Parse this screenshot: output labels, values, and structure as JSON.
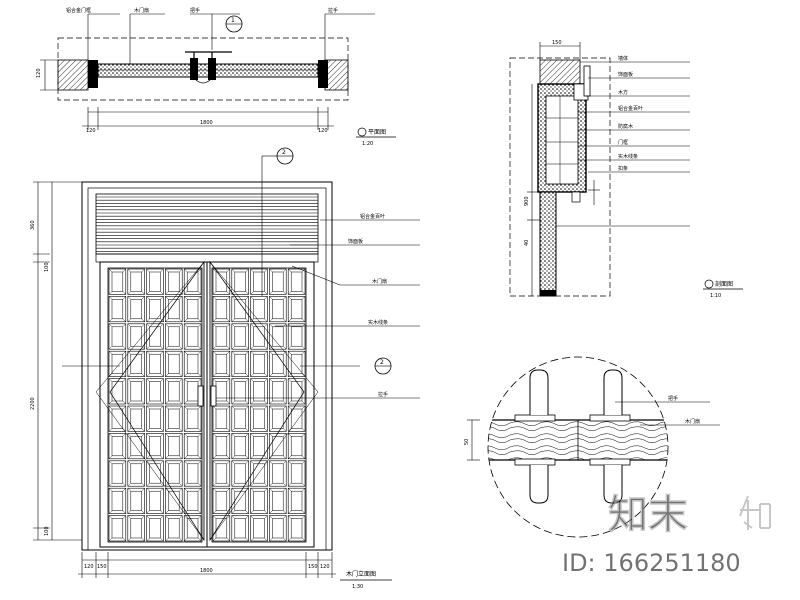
{
  "plan_section": {
    "marker": "1",
    "callouts": [
      "铝合金门框",
      "木门扇",
      "把手",
      "拉手"
    ],
    "dims": [
      "120",
      "1800",
      "120"
    ],
    "title": "平面图",
    "scale": "1:20"
  },
  "elevation": {
    "marker": "2",
    "callouts": [
      "铝合金百叶",
      "饰面板",
      "木门扇",
      "实木线条",
      "拉手"
    ],
    "dims_left": [
      "360",
      "100",
      "2200",
      "100"
    ],
    "dims_bottom": [
      "120",
      "150",
      "1800",
      "150",
      "120"
    ],
    "title": "木门立面图",
    "scale": "1:30"
  },
  "section_detail": {
    "callouts": [
      "墙体",
      "饰面板",
      "木方",
      "铝合金百叶",
      "防腐木",
      "门框",
      "实木线条",
      "扣条"
    ],
    "dims": [
      "150",
      "900",
      "40"
    ],
    "title": "剖面图",
    "scale": "1:10"
  },
  "circle_detail": {
    "callouts": [
      "把手",
      "木门扇"
    ],
    "dim": "50"
  },
  "watermark": {
    "brand": "知末",
    "id_text": "ID: 166251180"
  }
}
